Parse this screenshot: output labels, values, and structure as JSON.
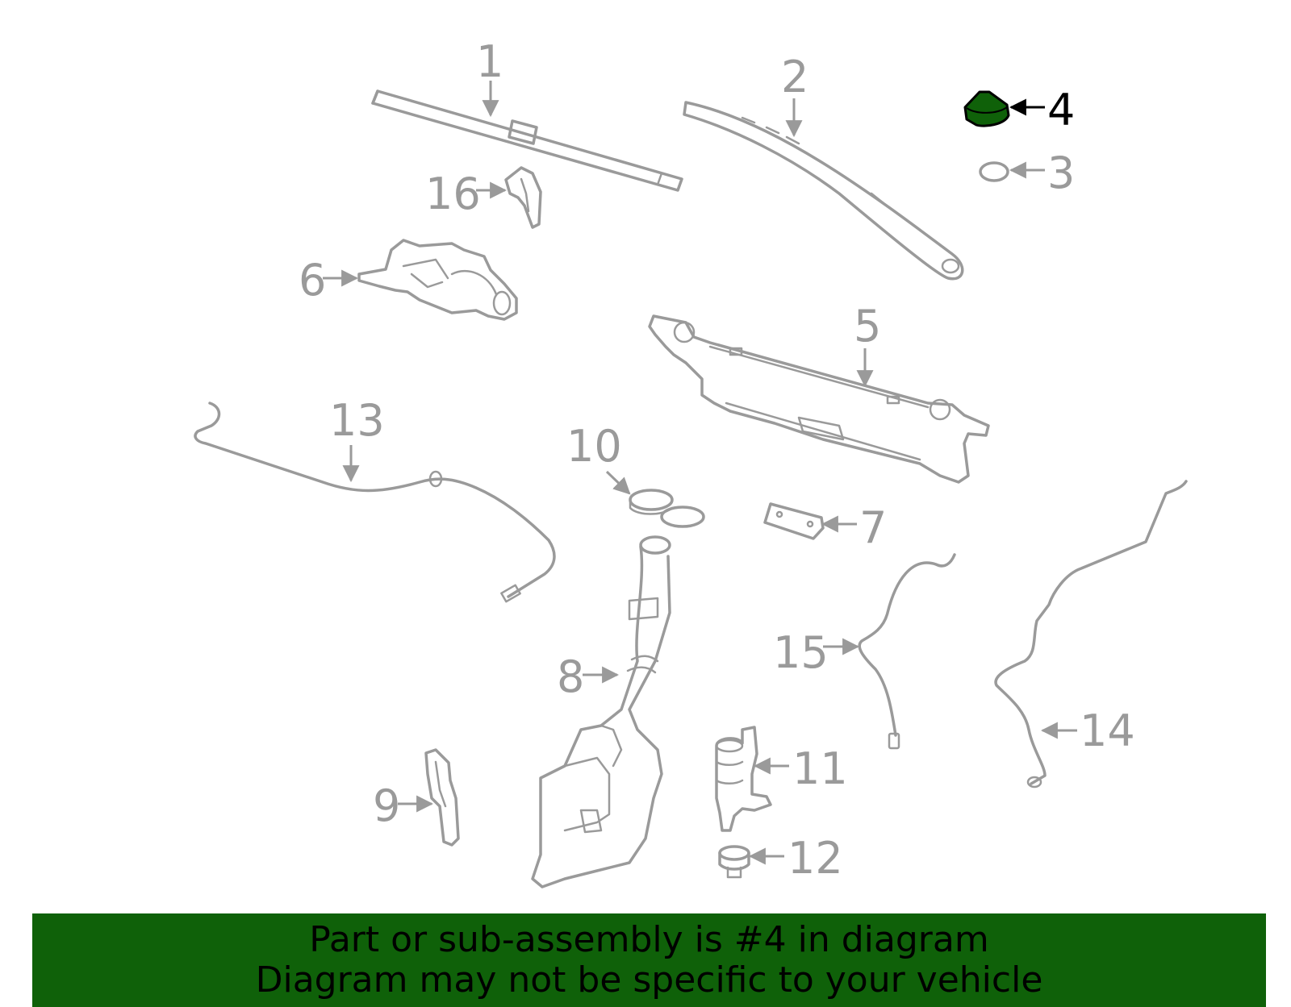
{
  "highlight_color": "#0f6109",
  "part_stroke_color": "#9a9a9a",
  "callouts": {
    "c1": "1",
    "c2": "2",
    "c3": "3",
    "c4": "4",
    "c5": "5",
    "c6": "6",
    "c7": "7",
    "c8": "8",
    "c9": "9",
    "c10": "10",
    "c11": "11",
    "c12": "12",
    "c13": "13",
    "c14": "14",
    "c15": "15",
    "c16": "16"
  },
  "highlighted_part": "4",
  "banner": {
    "line1": "Part or sub-assembly is #4 in diagram",
    "line2": "Diagram may not be specific to your vehicle"
  }
}
